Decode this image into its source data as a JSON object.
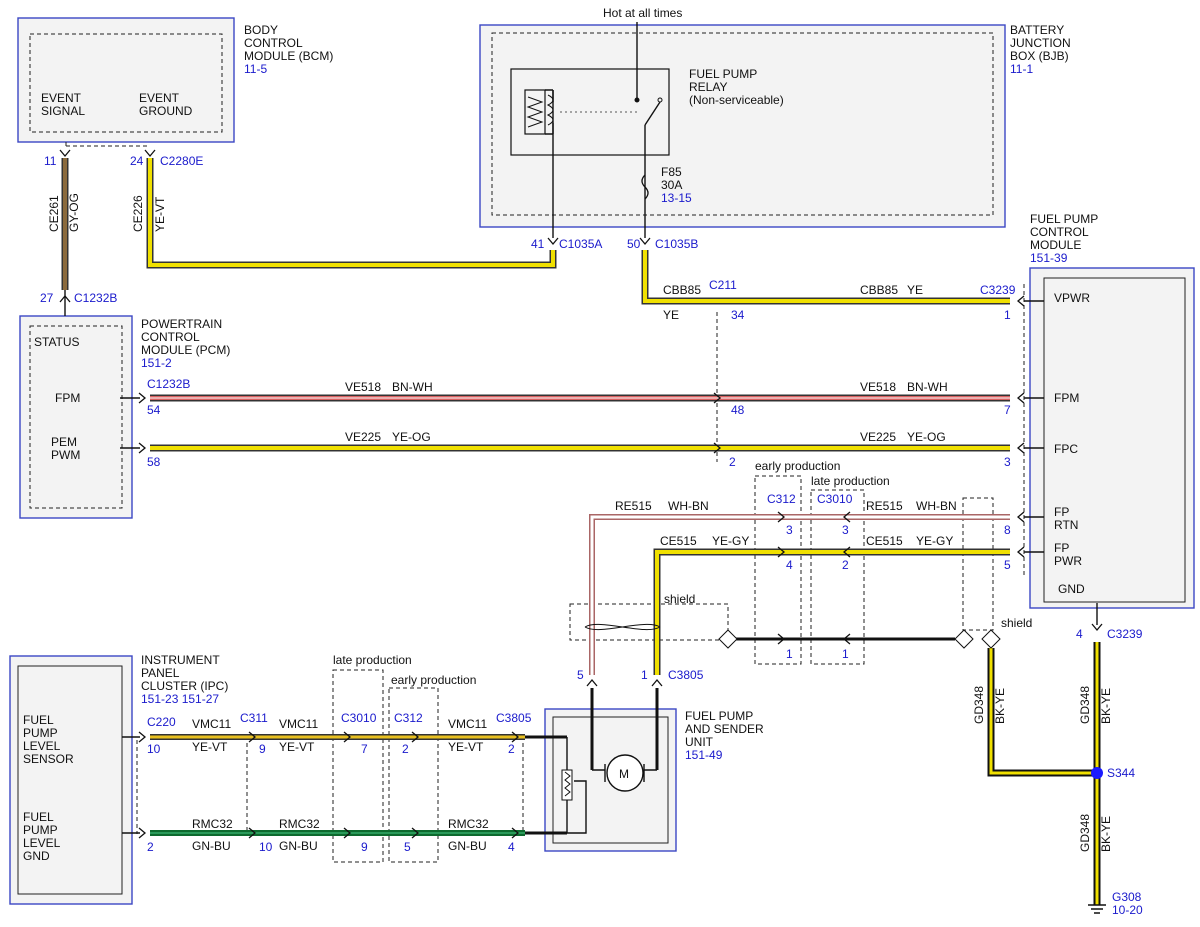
{
  "hot_label": "Hot at all times",
  "bcm": {
    "title_lines": [
      "BODY",
      "CONTROL",
      "MODULE (BCM)"
    ],
    "ref": "11-5",
    "event_signal": [
      "EVENT",
      "SIGNAL"
    ],
    "event_ground": [
      "EVENT",
      "GROUND"
    ]
  },
  "bjb": {
    "title_lines": [
      "BATTERY",
      "JUNCTION",
      "BOX (BJB)"
    ],
    "ref": "11-1"
  },
  "relay": {
    "title_lines": [
      "FUEL PUMP",
      "RELAY",
      "(Non-serviceable)"
    ]
  },
  "fuse": {
    "name": "F85",
    "rating": "30A",
    "ref": "13-15"
  },
  "fpcm": {
    "title_lines": [
      "FUEL PUMP",
      "CONTROL",
      "MODULE"
    ],
    "ref": "151-39",
    "pins": {
      "vpwr": "VPWR",
      "fpm": "FPM",
      "fpc": "FPC",
      "fp_rtn": [
        "FP",
        "RTN"
      ],
      "fp_pwr": [
        "FP",
        "PWR"
      ],
      "gnd": "GND"
    }
  },
  "pcm": {
    "title_lines": [
      "POWERTRAIN",
      "CONTROL",
      "MODULE (PCM)"
    ],
    "ref": "151-2",
    "pins": {
      "status": "STATUS",
      "fpm": "FPM",
      "pem_pwm": [
        "PEM",
        "PWM"
      ]
    }
  },
  "ipc": {
    "title_lines": [
      "INSTRUMENT",
      "PANEL",
      "CLUSTER (IPC)"
    ],
    "ref": "151-23   151-27",
    "pins": {
      "sensor": [
        "FUEL",
        "PUMP",
        "LEVEL",
        "SENSOR"
      ],
      "gnd": [
        "FUEL",
        "PUMP",
        "LEVEL",
        "GND"
      ]
    }
  },
  "fpsu": {
    "title_lines": [
      "FUEL PUMP",
      "AND SENDER",
      "UNIT"
    ],
    "ref": "151-49",
    "motor": "M"
  },
  "connectors": {
    "c2280e": "C2280E",
    "c1232b": "C1232B",
    "c1035a": "C1035A",
    "c1035b": "C1035B",
    "c211": "C211",
    "c3239": "C3239",
    "c312": "C312",
    "c3010": "C3010",
    "c3805": "C3805",
    "c220": "C220",
    "c311": "C311",
    "s344": "S344",
    "g308": "G308",
    "g308_ref": "10-20"
  },
  "pins": {
    "p11": "11",
    "p24": "24",
    "p27": "27",
    "p41": "41",
    "p50": "50",
    "p34": "34",
    "p1a": "1",
    "p54": "54",
    "p48": "48",
    "p7": "7",
    "p58": "58",
    "p2a": "2",
    "p3a": "3",
    "p3b": "3",
    "p3c": "3",
    "p8": "8",
    "p4a": "4",
    "p2b": "2",
    "p5a": "5",
    "p1b": "1",
    "p1c": "1",
    "p5b": "5",
    "p1d": "1",
    "p4b": "4",
    "p10a": "10",
    "p9a": "9",
    "p7b": "7",
    "p2c": "2",
    "p2d": "2",
    "p2e": "2",
    "p10b": "10",
    "p9b": "9",
    "p5c": "5",
    "p4c": "4"
  },
  "circuits": {
    "ce261": "CE261",
    "gy_og": "GY-OG",
    "ce226": "CE226",
    "ye_vt": "YE-VT",
    "cbb85_a": "CBB85",
    "ye_a": "YE",
    "cbb85_b": "CBB85",
    "ye_b": "YE",
    "ve518_a": "VE518",
    "bn_wh_a": "BN-WH",
    "ve518_b": "VE518",
    "bn_wh_b": "BN-WH",
    "ve225_a": "VE225",
    "ye_og_a": "YE-OG",
    "ve225_b": "VE225",
    "ye_og_b": "YE-OG",
    "re515_a": "RE515",
    "wh_bn_a": "WH-BN",
    "re515_b": "RE515",
    "wh_bn_b": "WH-BN",
    "ce515_a": "CE515",
    "ye_gy_a": "YE-GY",
    "ce515_b": "CE515",
    "ye_gy_b": "YE-GY",
    "vmc11_a": "VMC11",
    "ye_vt_a": "YE-VT",
    "vmc11_b": "VMC11",
    "ye_vt_b": "YE-VT",
    "vmc11_c": "VMC11",
    "ye_vt_c": "YE-VT",
    "rmc32_a": "RMC32",
    "gn_bu_a": "GN-BU",
    "rmc32_b": "RMC32",
    "gn_bu_b": "GN-BU",
    "rmc32_c": "RMC32",
    "gn_bu_c": "GN-BU",
    "gd348_a": "GD348",
    "bk_ye_a": "BK-YE",
    "gd348_b": "GD348",
    "bk_ye_b": "BK-YE",
    "gd348_c": "GD348",
    "bk_ye_c": "BK-YE"
  },
  "labels": {
    "early_a": "early production",
    "late_a": "late production",
    "late_b": "late production",
    "early_b": "early production",
    "shield_a": "shield",
    "shield_b": "shield"
  },
  "colors": {
    "module_border": "#3b47c4",
    "connector_text": "#1a1acc",
    "splice": "#1a1aff"
  }
}
